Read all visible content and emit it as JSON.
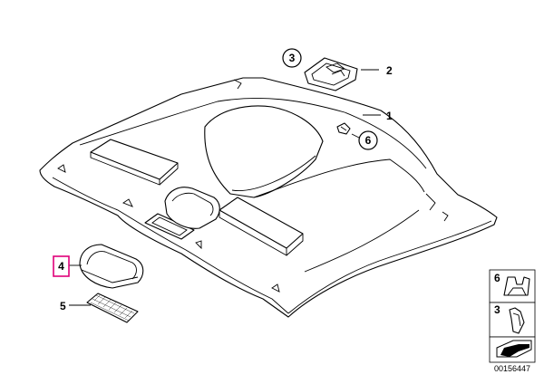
{
  "callouts": {
    "c1": "1",
    "c2": "2",
    "c3": "3",
    "c4": "4",
    "c5": "5",
    "c6": "6"
  },
  "legend": {
    "item_top": "6",
    "item_bottom": "3"
  },
  "document_number": "00156447",
  "colors": {
    "highlight": "#e0007a",
    "line": "#000000",
    "fill": "#ffffff"
  }
}
